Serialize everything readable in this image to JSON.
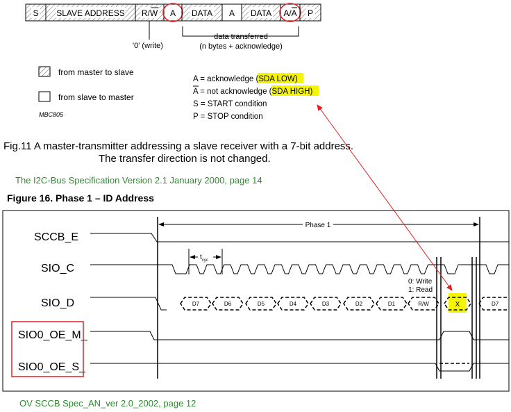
{
  "frame": {
    "cells": [
      {
        "label": "S",
        "hatched": true
      },
      {
        "label": "SLAVE ADDRESS",
        "hatched": true
      },
      {
        "label": "R/W",
        "hatched": true,
        "overline_part": "W"
      },
      {
        "label": "A",
        "hatched": false,
        "circled": true
      },
      {
        "label": "DATA",
        "hatched": true
      },
      {
        "label": "A",
        "hatched": false
      },
      {
        "label": "DATA",
        "hatched": true
      },
      {
        "label": "A/A",
        "hatched": false,
        "circled": true
      },
      {
        "label": "P",
        "hatched": true
      }
    ],
    "write_note": "'0' (write)",
    "brace_line1": "data transferred",
    "brace_line2": "(n bytes + acknowledge)"
  },
  "legend": {
    "master_to_slave": "from master to slave",
    "slave_to_master": "from slave to master",
    "code": "MBC805",
    "ack": "A = acknowledge",
    "ack_hl": "(SDA LOW)",
    "nack_letter": "A",
    "nack": " = not acknowledge",
    "nack_hl": "(SDA HIGH)",
    "start": "S = START condition",
    "stop": "P = STOP condition"
  },
  "caption": {
    "line1": "Fig.11  A master-transmitter addressing a slave receiver with a 7-bit address.",
    "line2": "The transfer direction is not changed.",
    "source1": "The I2C-Bus Specification Version 2.1 January 2000, page 14",
    "figure16": "Figure 16.  Phase 1 – ID Address",
    "source2": "OV SCCB Spec_AN_ver 2.0_2002, page 12"
  },
  "timing": {
    "signals": [
      "SCCB_E",
      "SIO_C",
      "SIO_D",
      "SIO0_OE_M_",
      "SIO0_OE_S_"
    ],
    "phase_label": "Phase 1",
    "tcyc": "t",
    "tcyc_sub": "cyc",
    "bits": [
      "D7",
      "D6",
      "D5",
      "D4",
      "D3",
      "D2",
      "D1",
      "R/W"
    ],
    "dont_care": "X",
    "next_bit": "D7",
    "rw_note1": "0: Write",
    "rw_note2": "1: Read"
  },
  "colors": {
    "highlight": "#f5f500",
    "annotation": "#e02020",
    "source_green": "#2e8b2e"
  }
}
